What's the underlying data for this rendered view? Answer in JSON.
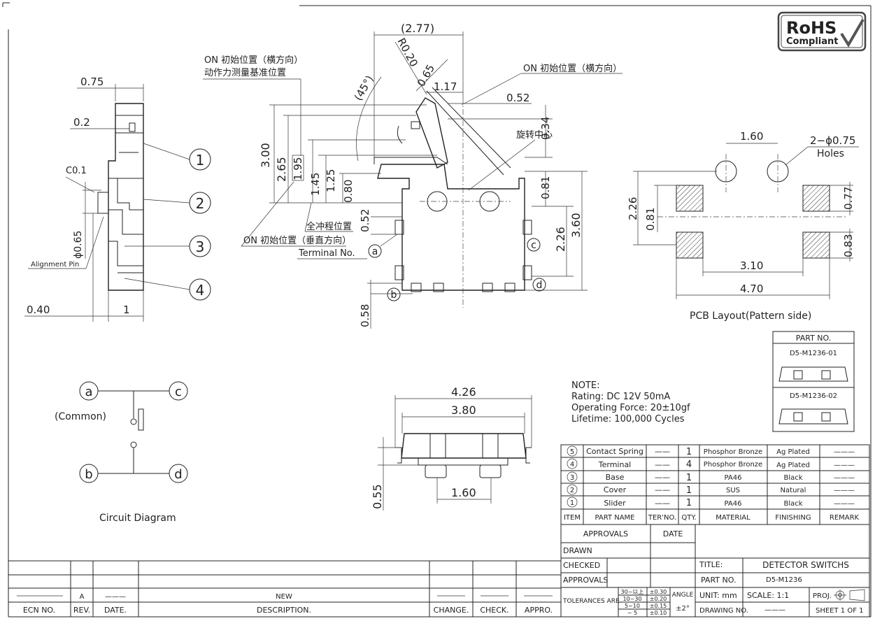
{
  "rohs": {
    "line1": "RoHS",
    "line2": "Compliant"
  },
  "side_view": {
    "dim_top": "0.75",
    "dim_02": "0.2",
    "dim_c01": "C0.1",
    "dim_phi065": "ϕ0.65",
    "alignment_pin": "Alignment Pin",
    "dim_040": "0.40",
    "dim_1": "1",
    "balloons": [
      "1",
      "2",
      "3",
      "4"
    ]
  },
  "front_view": {
    "dim_277": "(2.77)",
    "dim_r020": "R0.20",
    "dim_065": "0.65",
    "dim_45": "(45°)",
    "dim_117": "1.17",
    "dim_052": "0.52",
    "dim_034": "0.34",
    "dim_081": "0.81",
    "dim_300": "3.00",
    "dim_265": "2.65",
    "dim_195": "1.95",
    "dim_145": "1.45",
    "dim_125": "1.25",
    "dim_080": "0.80",
    "dim_052b": "0.52",
    "dim_226": "2.26",
    "dim_360": "3.60",
    "dim_058": "0.58",
    "on_initial_h_a": "ON 初始位置（横方向）",
    "action_force": "动作力测量基准位置",
    "on_initial_h_b": "ON 初始位置（横方向）",
    "rotation_center": "旋转中心",
    "full_stroke": "全冲程位置",
    "on_initial_v": "ON 初始位置（垂直方向）",
    "terminal_no": "Terminal No.",
    "terminals": [
      "a",
      "b",
      "c",
      "d"
    ]
  },
  "pcb": {
    "dim_160": "1.60",
    "holes_a": "2−ϕ0.75",
    "holes_b": "Holes",
    "dim_226": "2.26",
    "dim_081": "0.81",
    "dim_077": "0.77",
    "dim_083": "0.83",
    "dim_310": "3.10",
    "dim_470": "4.70",
    "caption": "PCB Layout(Pattern side)"
  },
  "part_box": {
    "header": "PART NO.",
    "p1": "D5-M1236-01",
    "p2": "D5-M1236-02"
  },
  "circuit": {
    "a": "a",
    "b": "b",
    "c": "c",
    "d": "d",
    "common": "(Common)",
    "caption": "Circuit Diagram"
  },
  "bottom_view": {
    "dim_426": "4.26",
    "dim_380": "3.80",
    "dim_055": "0.55",
    "dim_160": "1.60"
  },
  "note": {
    "title": "NOTE:",
    "rating": "Rating:  DC  12V  50mA",
    "force": "Operating  Force:  20±10gf",
    "life": "Lifetime:   100,000  Cycles"
  },
  "bom": {
    "rows": [
      {
        "item": "5",
        "name": "Contact Spring",
        "ter": "——",
        "qty": "1",
        "material": "Phosphor Bronze",
        "finishing": "Ag Plated",
        "remark": "———"
      },
      {
        "item": "4",
        "name": "Terminal",
        "ter": "——",
        "qty": "4",
        "material": "Phosphor Bronze",
        "finishing": "Ag Plated",
        "remark": "———"
      },
      {
        "item": "3",
        "name": "Base",
        "ter": "——",
        "qty": "1",
        "material": "PA46",
        "finishing": "Black",
        "remark": "———"
      },
      {
        "item": "2",
        "name": "Cover",
        "ter": "——",
        "qty": "1",
        "material": "SUS",
        "finishing": "Natural",
        "remark": "———"
      },
      {
        "item": "1",
        "name": "Slider",
        "ter": "——",
        "qty": "1",
        "material": "PA46",
        "finishing": "Black",
        "remark": "———"
      }
    ],
    "headers": {
      "item": "ITEM",
      "name": "PART NAME",
      "ter": "TER'NO.",
      "qty": "QTY.",
      "material": "MATERIAL",
      "finishing": "FINISHING",
      "remark": "REMARK"
    }
  },
  "title_block": {
    "approvals": "APPROVALS",
    "date": "DATE",
    "drawn": "DRAWN",
    "checked": "CHECKED",
    "approvals2": "APPROVALS",
    "title_label": "TITLE:",
    "title_value": "DETECTOR  SWITCHS",
    "partno_label": "PART  NO.",
    "partno_value": "D5-M1236",
    "tolerances": "TOLERANCES  ARE",
    "tol_r1": "30~以上",
    "tol_v1": "±0.30",
    "tol_r2": "10~30",
    "tol_v2": "±0.20",
    "tol_r3": "5~10",
    "tol_v3": "±0.15",
    "tol_r4": "~ 5",
    "tol_v4": "±0.10",
    "angle": "ANGLE",
    "angle_v": "±2°",
    "unit": "UNIT:  mm",
    "scale": "SCALE:   1:1",
    "proj": "PROJ.",
    "drawing_no": "DRAWING  NO.",
    "drawing_no_v": "———",
    "sheet": "SHEET   1  OF  1"
  },
  "revision": {
    "rev": "A",
    "date": "———",
    "desc": "NEW",
    "h_ecn": "ECN  NO.",
    "h_rev": "REV.",
    "h_date": "DATE.",
    "h_desc": "DESCRIPTION.",
    "h_change": "CHANGE.",
    "h_check": "CHECK.",
    "h_appro": "APPRO."
  }
}
